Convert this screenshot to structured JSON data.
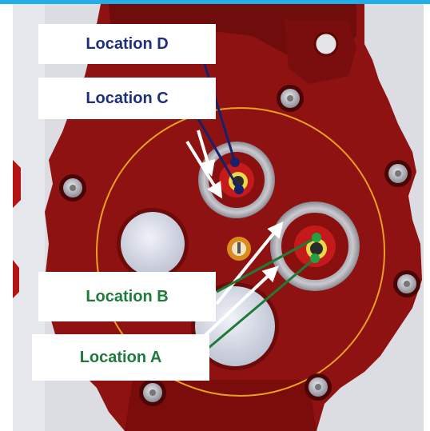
{
  "labels": {
    "location_d": "Location D",
    "location_c": "Location C",
    "location_b": "Location B",
    "location_a": "Location A"
  },
  "colors": {
    "top_bar": "#22aee8",
    "label_text_upper": "#1f2f7a",
    "label_text_lower": "#1f7a3c",
    "housing_red": "#8e1212",
    "housing_dark": "#5c0808",
    "outline_orange": "#e9a020",
    "arrow_white": "#ffffff",
    "pointer_navy": "#17206b",
    "pointer_green": "#1f7a36",
    "background_gray": "#dcdde2"
  },
  "icons": {
    "bolt": "bolt-icon",
    "plug": "plug-icon",
    "port": "port-icon",
    "center_fitting": "fitting-icon"
  }
}
